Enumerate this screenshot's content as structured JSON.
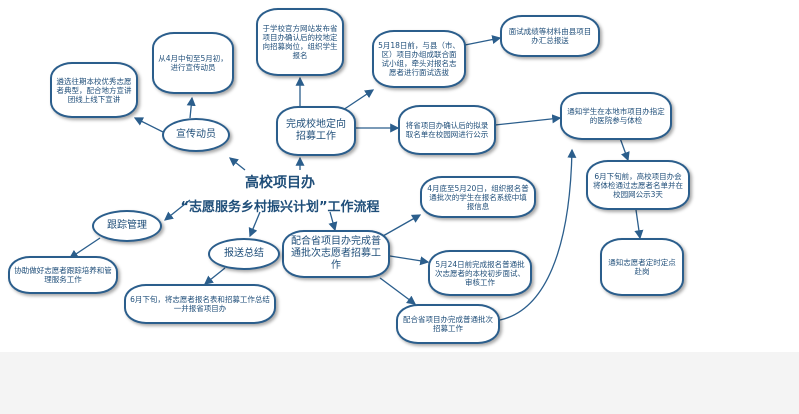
{
  "diagram": {
    "title_line1": "高校项目办",
    "title_line2": "“志愿服务乡村振兴计划”工作流程",
    "nodes": {
      "publicity": "宣传动员",
      "publicity_mid": "从4月中旬至5月初，进行宣传动员",
      "publicity_prev": "遴选往期本校优秀志愿者典型，配合地方宣讲团线上线下宣讲",
      "complete_school": "完成校地定向招募工作",
      "website_post": "于学校官方网站发布省项目办确认后的校地定向招募岗位，组织学生报名",
      "may18": "5月18日前，与县（市、区）项目办组成联合面试小组，牵头对报名志愿者进行面试选拔",
      "interview_report": "面试成绩等材料由县项目办汇总报送",
      "publicize_list": "将省项目办确认后的拟录取名单在校园网进行公示",
      "notify_medical": "通知学生在本地市项目办指定的医院参与体检",
      "late_june_notice": "6月下旬前，高校项目办会将体检通过志愿者名单并在校园网公示3天",
      "notify_ready": "通知志愿者定时定点赴岗",
      "coord_general": "配合省项目办完成普通批次志愿者招募工作",
      "late_april": "4月底至5月20日，组织报名普通批次的学生在报名系统中填报信息",
      "may24": "5月24日前完成报名普通批次志愿者的本校初步面试、审核工作",
      "coord_general_done": "配合省项目办完成普通批次招募工作",
      "follow_up": "跟踪管理",
      "assist_manage": "协助做好志愿者跟踪培养和管理服务工作",
      "report_summary": "报送总结",
      "june_report": "6月下旬，将志愿者报名表和招募工作总结一并报省项目办"
    }
  }
}
